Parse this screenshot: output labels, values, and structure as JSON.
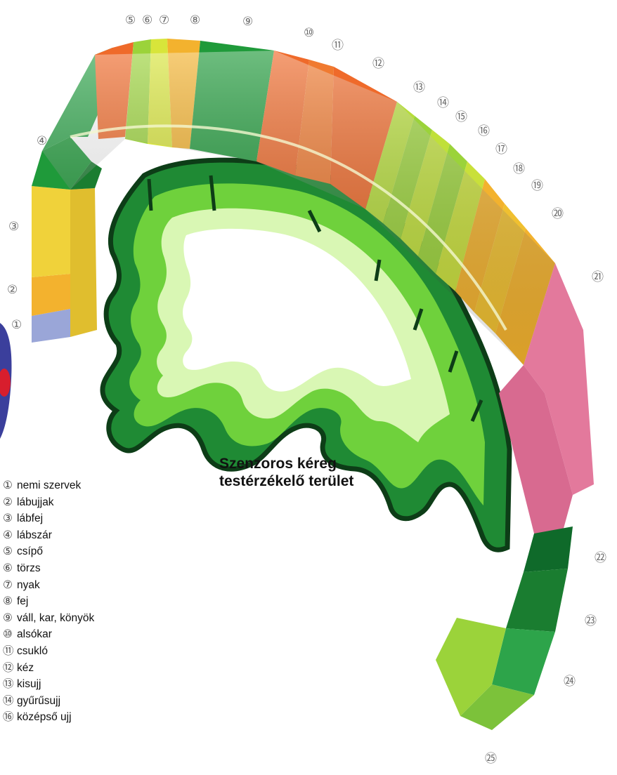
{
  "caption": {
    "line1": "Szenzoros kéreg",
    "line2": "testérzékelő terület"
  },
  "region_numbers": [
    "①",
    "②",
    "③",
    "④",
    "⑤",
    "⑥",
    "⑦",
    "⑧",
    "⑨",
    "⑩",
    "⑪",
    "⑫",
    "⑬",
    "⑭",
    "⑮",
    "⑯",
    "⑰",
    "⑱",
    "⑲",
    "⑳",
    "㉑",
    "㉒",
    "㉓",
    "㉔",
    "㉕"
  ],
  "legend": [
    {
      "num": "①",
      "label": "nemi szervek"
    },
    {
      "num": "②",
      "label": "lábujjak"
    },
    {
      "num": "③",
      "label": "lábfej"
    },
    {
      "num": "④",
      "label": "lábszár"
    },
    {
      "num": "⑤",
      "label": "csípő"
    },
    {
      "num": "⑥",
      "label": "törzs"
    },
    {
      "num": "⑦",
      "label": "nyak"
    },
    {
      "num": "⑧",
      "label": "fej"
    },
    {
      "num": "⑨",
      "label": "váll, kar, könyök"
    },
    {
      "num": "⑩",
      "label": "alsókar"
    },
    {
      "num": "⑪",
      "label": "csukló"
    },
    {
      "num": "⑫",
      "label": "kéz"
    },
    {
      "num": "⑬",
      "label": "kisujj"
    },
    {
      "num": "⑭",
      "label": "gyűrűsujj"
    },
    {
      "num": "⑯",
      "label": "középső ujj"
    }
  ],
  "colors": {
    "dark_green": "#1f9a3a",
    "green": "#3db54a",
    "light_green": "#9bd33a",
    "yellow_green": "#c9e03a",
    "yellow": "#f0d23a",
    "orange_yellow": "#f3b22e",
    "orange": "#ef6a2a",
    "pink": "#e3799c",
    "lavender": "#9aa6d8",
    "cortex_outline": "#0d3d17"
  }
}
